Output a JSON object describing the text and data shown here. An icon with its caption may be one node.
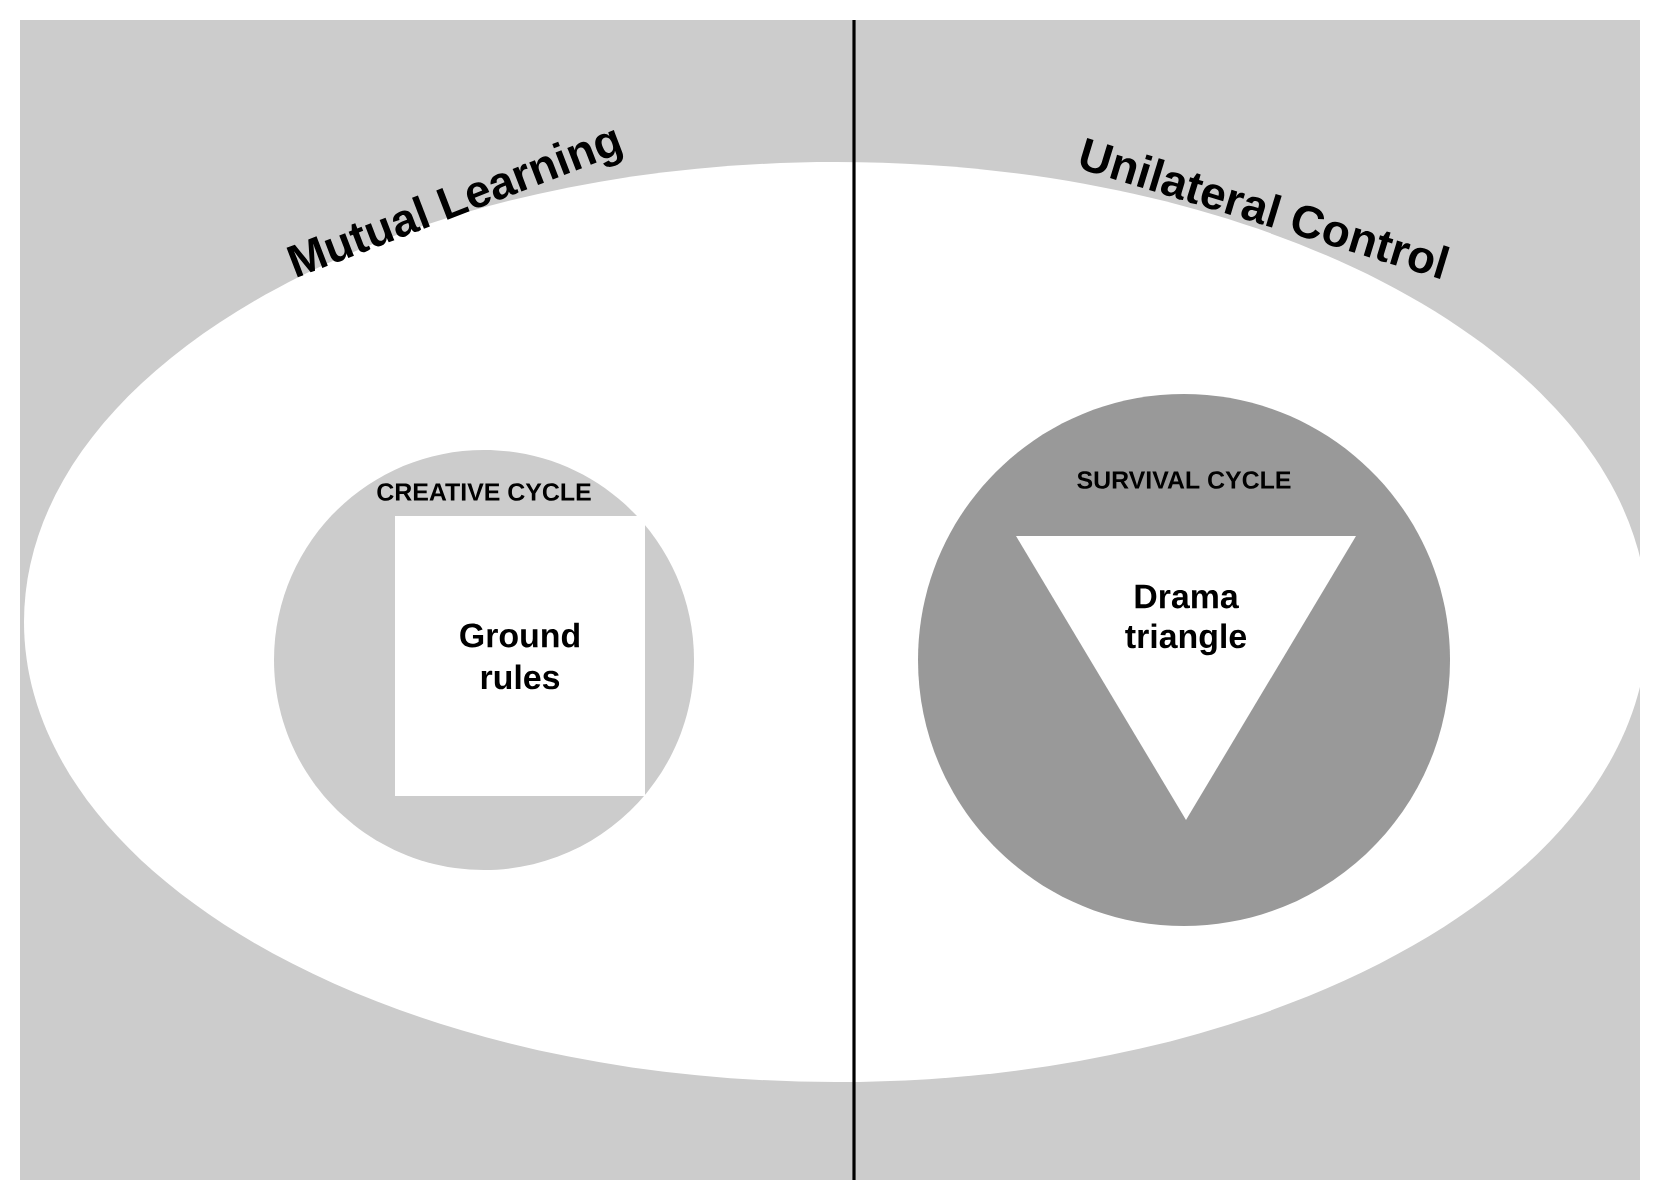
{
  "diagram": {
    "nodes": [
      {
        "text": [
          "Mutual Learning"
        ]
      },
      {
        "text": [
          "Unilateral Control"
        ]
      },
      {
        "text": [
          "CREATIVE CYCLE"
        ],
        "in": 0
      },
      {
        "text": [
          "Ground rules"
        ],
        "in": 2
      },
      {
        "text": [
          "SURVIVAL CYCLE"
        ],
        "in": 1
      },
      {
        "text": [
          "Drama triangle"
        ],
        "in": 4
      }
    ],
    "edges": []
  }
}
